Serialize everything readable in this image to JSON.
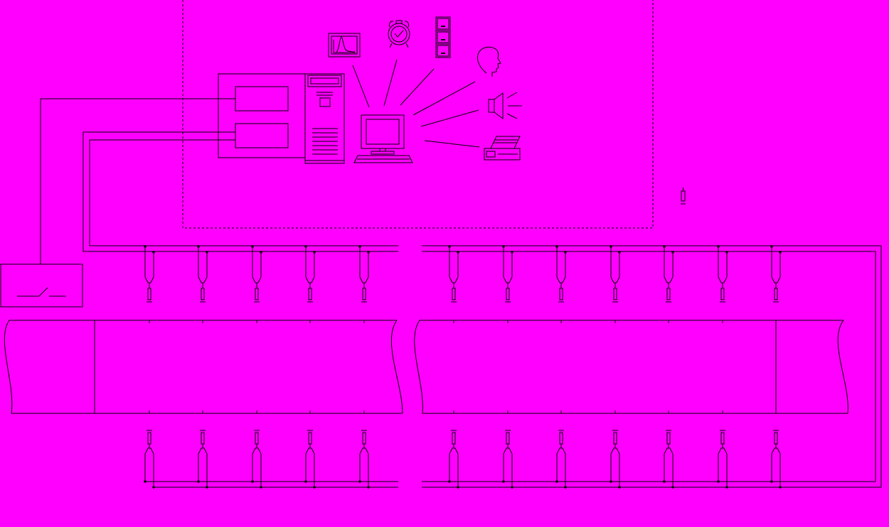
{
  "diagram": {
    "background_color": "#ff00ff",
    "line_color": "#000000",
    "icons": [
      "chart-monitor-icon",
      "alarm-clock-icon",
      "filing-cabinet-icon",
      "person-head-icon",
      "speaker-icon",
      "printer-icon",
      "computer-icon",
      "server-rack-icon",
      "switch-box-icon"
    ],
    "top_sensor_groups": [
      5,
      7
    ],
    "bottom_sensor_groups": [
      5,
      7
    ]
  }
}
